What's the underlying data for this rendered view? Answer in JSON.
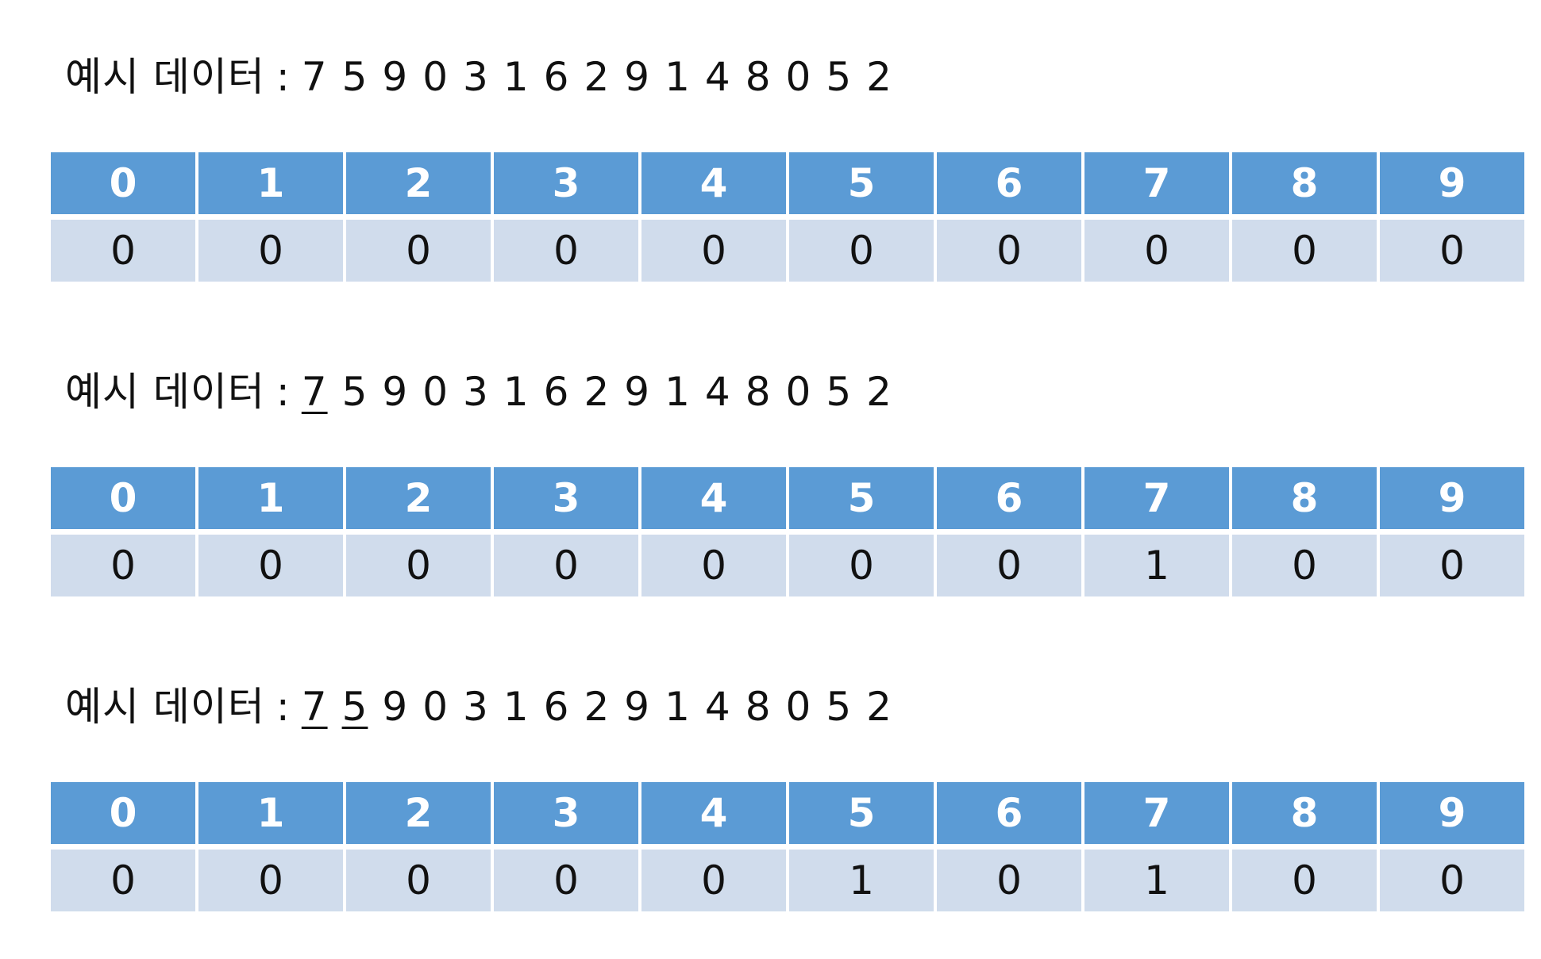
{
  "steps": [
    {
      "label": "예시 데이터",
      "separator": ":",
      "data": [
        "7",
        "5",
        "9",
        "0",
        "3",
        "1",
        "6",
        "2",
        "9",
        "1",
        "4",
        "8",
        "0",
        "5",
        "2"
      ],
      "underlined_count": 0,
      "indices": [
        "0",
        "1",
        "2",
        "3",
        "4",
        "5",
        "6",
        "7",
        "8",
        "9"
      ],
      "counts": [
        "0",
        "0",
        "0",
        "0",
        "0",
        "0",
        "0",
        "0",
        "0",
        "0"
      ]
    },
    {
      "label": "예시 데이터",
      "separator": ":",
      "data": [
        "7",
        "5",
        "9",
        "0",
        "3",
        "1",
        "6",
        "2",
        "9",
        "1",
        "4",
        "8",
        "0",
        "5",
        "2"
      ],
      "underlined_count": 1,
      "indices": [
        "0",
        "1",
        "2",
        "3",
        "4",
        "5",
        "6",
        "7",
        "8",
        "9"
      ],
      "counts": [
        "0",
        "0",
        "0",
        "0",
        "0",
        "0",
        "0",
        "1",
        "0",
        "0"
      ]
    },
    {
      "label": "예시 데이터",
      "separator": ":",
      "data": [
        "7",
        "5",
        "9",
        "0",
        "3",
        "1",
        "6",
        "2",
        "9",
        "1",
        "4",
        "8",
        "0",
        "5",
        "2"
      ],
      "underlined_count": 2,
      "indices": [
        "0",
        "1",
        "2",
        "3",
        "4",
        "5",
        "6",
        "7",
        "8",
        "9"
      ],
      "counts": [
        "0",
        "0",
        "0",
        "0",
        "0",
        "1",
        "0",
        "1",
        "0",
        "0"
      ]
    }
  ],
  "colors": {
    "header_bg": "#5b9bd5",
    "header_text": "#ffffff",
    "cell_bg": "#d0dcec",
    "text": "#111111"
  }
}
